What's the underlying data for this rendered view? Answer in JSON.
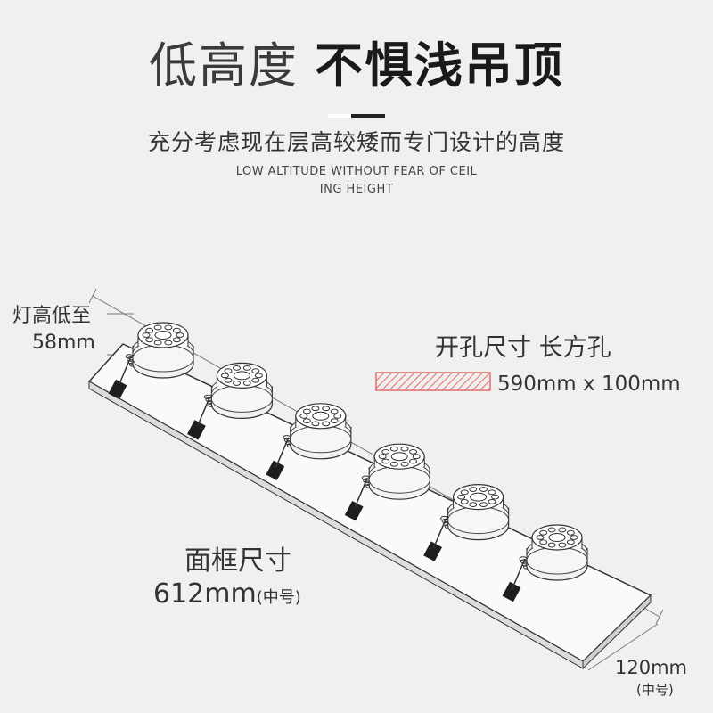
{
  "headline": {
    "light": "低高度",
    "bold": "不惧浅吊顶"
  },
  "subtitle": "充分考虑现在层高较矮而专门设计的高度",
  "subtitle_en": {
    "line1": "LOW ALTITUDE WITHOUT FEAR OF CEIL",
    "line2": "ING HEIGHT"
  },
  "height_label": {
    "line1": "灯高低至",
    "line2": "58mm"
  },
  "cutout": {
    "label": "开孔尺寸  长方孔",
    "dimensions": "590mm x 100mm"
  },
  "frame_size": {
    "line1": "面框尺寸",
    "line2_value": "612mm",
    "line2_note": "(中号)"
  },
  "width_label": {
    "value": "120mm",
    "note": "(中号)"
  },
  "fixture": {
    "head_count": 6
  },
  "colors": {
    "background": "#f0f0f0",
    "hatch": "#e86b6b",
    "ink": "#333333"
  }
}
